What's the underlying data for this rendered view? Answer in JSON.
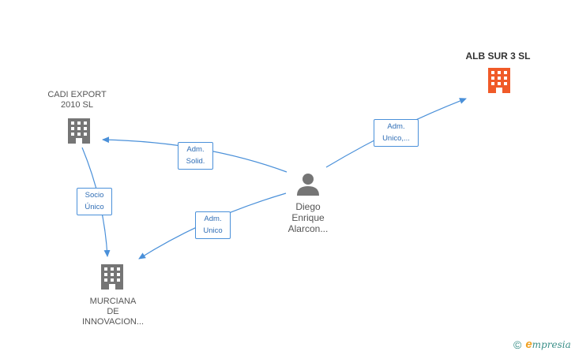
{
  "nodes": {
    "alb": {
      "label": "ALB SUR 3 SL",
      "color": "#f05a28"
    },
    "cadi": {
      "label_lines": [
        "CADI EXPORT",
        "2010 SL"
      ],
      "color": "#757575"
    },
    "murciana": {
      "label_lines": [
        "MURCIANA",
        "DE",
        "INNOVACION..."
      ],
      "color": "#757575"
    },
    "person": {
      "label_lines": [
        "Diego",
        "Enrique",
        "Alarcon..."
      ],
      "color": "#757575"
    }
  },
  "edges": {
    "adm_unico_alb": {
      "lines": [
        "Adm.",
        "Unico,..."
      ]
    },
    "adm_solid": {
      "lines": [
        "Adm.",
        "Solid."
      ]
    },
    "adm_unico_murciana": {
      "lines": [
        "Adm.",
        "Unico"
      ]
    },
    "socio_unico": {
      "lines": [
        "Socio",
        "Único"
      ]
    }
  },
  "edge_color": "#4a90d9",
  "brand": {
    "copyright": "©",
    "initial": "e",
    "rest": "mpresia"
  }
}
